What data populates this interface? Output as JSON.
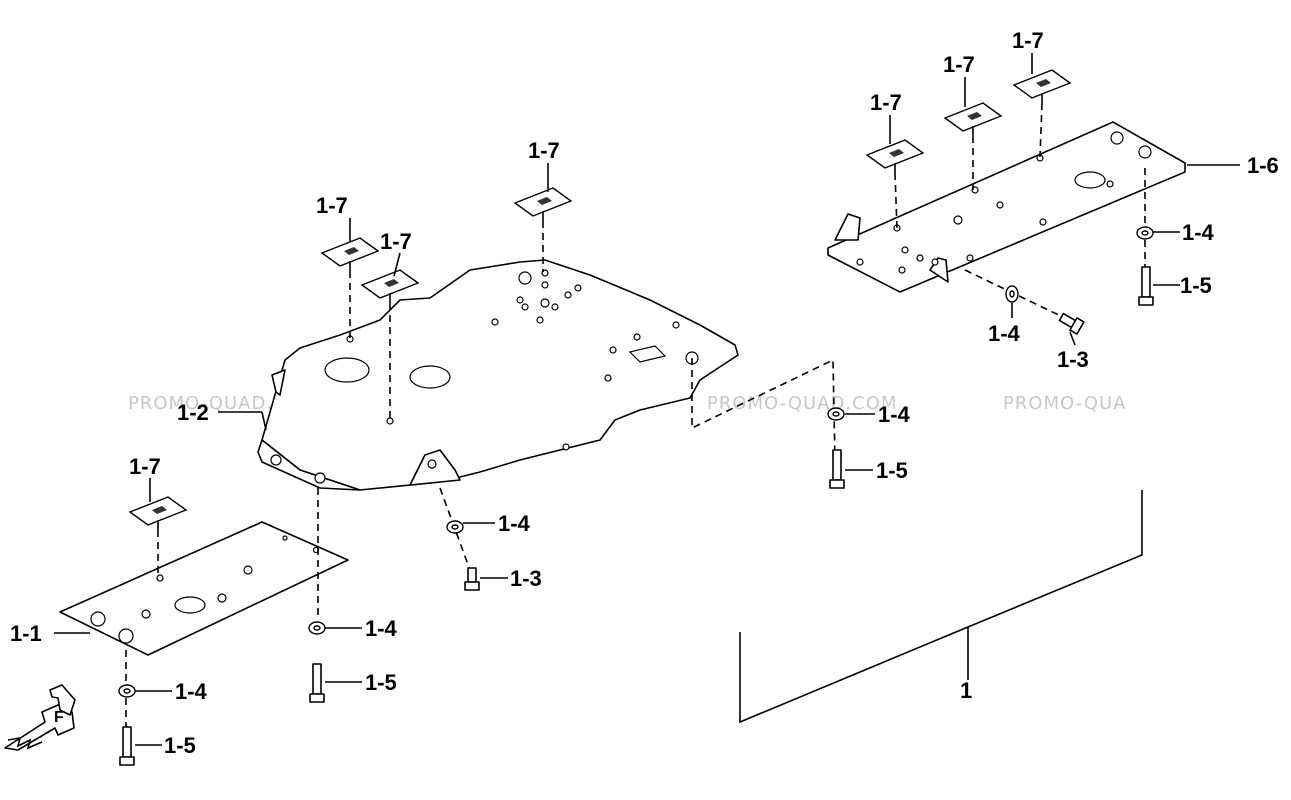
{
  "diagram": {
    "watermark": "PROMO-QUAD.COM",
    "watermark_partial": "PROMO-QUA",
    "callouts": {
      "c1": "1",
      "c1_1": "1-1",
      "c1_2": "1-2",
      "c1_3": "1-3",
      "c1_4": "1-4",
      "c1_5": "1-5",
      "c1_6": "1-6",
      "c1_7": "1-7"
    },
    "direction_marker": "F"
  }
}
